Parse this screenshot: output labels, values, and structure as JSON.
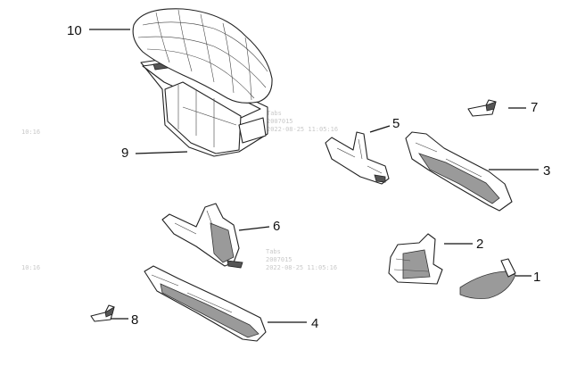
{
  "callouts": {
    "c1": "1",
    "c2": "2",
    "c3": "3",
    "c4": "4",
    "c5": "5",
    "c6": "6",
    "c7": "7",
    "c8": "8",
    "c9": "9",
    "c10": "10"
  },
  "watermarks": {
    "w1_line1": "Tabs",
    "w1_line2": "2007015",
    "w1_line3": "2022-08-25 11:05:16",
    "w2_line1": "Tabs",
    "w2_line2": "2007015",
    "w2_line3": "2022-08-25 11:05:16",
    "left1": "10:16",
    "left2": "10:16"
  }
}
